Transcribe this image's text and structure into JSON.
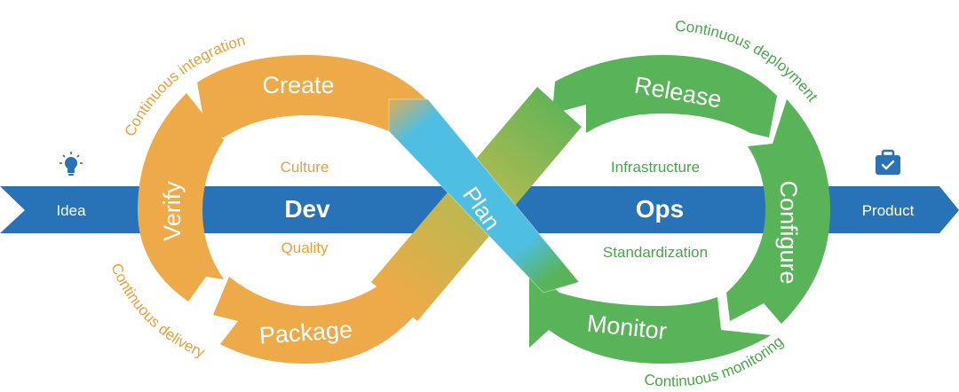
{
  "colors": {
    "arrow": "#2872b8",
    "dev": "#eeaa48",
    "ops": "#59b358",
    "plan": "#4fbee3",
    "ops_text": "#4aa64a",
    "dev_text": "#e8a03a",
    "white": "#ffffff"
  },
  "icons": {
    "idea": "lightbulb-icon",
    "product": "briefcase-check-icon"
  },
  "flow": {
    "start": "Idea",
    "end": "Product"
  },
  "dev": {
    "title": "Dev",
    "inner_top": "Culture",
    "inner_bottom": "Quality",
    "segments": {
      "create": "Create",
      "verify": "Verify",
      "package": "Package"
    },
    "outer": {
      "integration": "Continuous integration",
      "delivery": "Continuous delivery"
    }
  },
  "ops": {
    "title": "Ops",
    "inner_top": "Infrastructure",
    "inner_bottom": "Standardization",
    "segments": {
      "release": "Release",
      "configure": "Configure",
      "monitor": "Monitor"
    },
    "outer": {
      "deployment": "Continuous deployment",
      "monitoring": "Continuous monitoring"
    }
  },
  "plan": {
    "label": "Plan"
  }
}
